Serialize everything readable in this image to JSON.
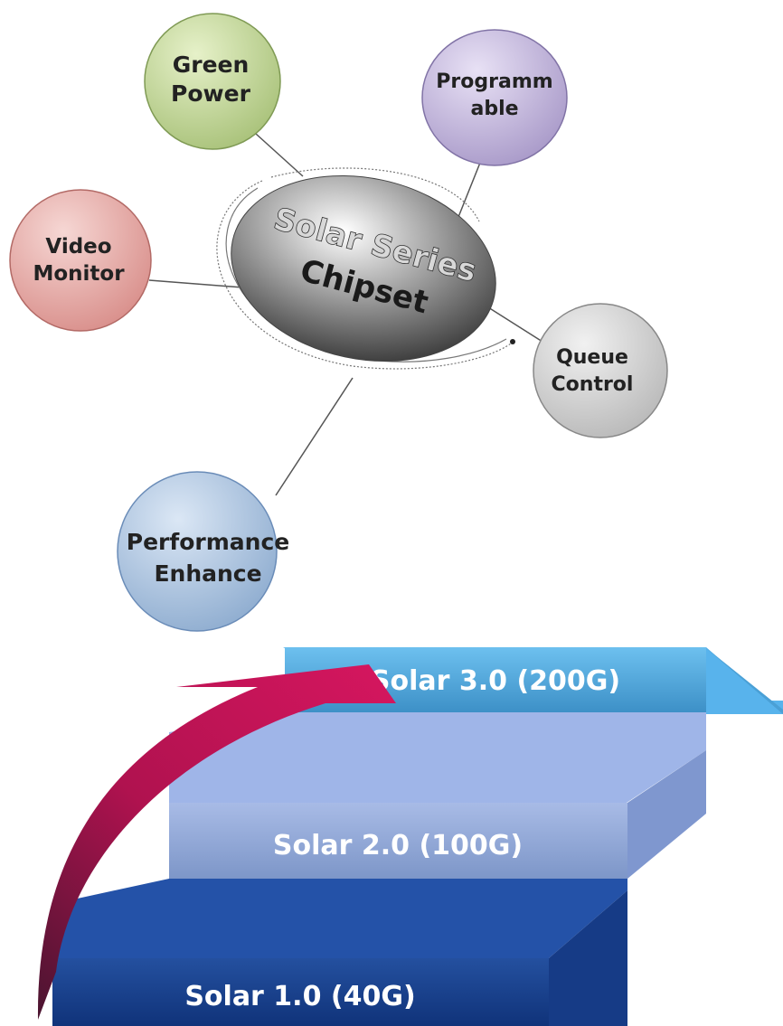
{
  "mindmap": {
    "center": {
      "line1": "Solar Series",
      "line2": "Chipset"
    },
    "nodes": [
      {
        "id": "green-power",
        "lines": [
          "Green",
          "Power"
        ],
        "color": "#a9c27a",
        "highlight": "#e6f1c9"
      },
      {
        "id": "programmable",
        "lines": [
          "Programm",
          "able"
        ],
        "color": "#a99ac9",
        "highlight": "#e8e1f5"
      },
      {
        "id": "video-monitor",
        "lines": [
          "Video",
          "Monitor"
        ],
        "color": "#d98f8b",
        "highlight": "#f6d7d4"
      },
      {
        "id": "queue-control",
        "lines": [
          "Queue",
          "Control"
        ],
        "color": "#b9b9b9",
        "highlight": "#f1f1f1"
      },
      {
        "id": "performance-enhance",
        "lines": [
          "Performance",
          "Enhance"
        ],
        "color": "#8fadd0",
        "highlight": "#dbe7f5"
      }
    ]
  },
  "steps": [
    {
      "label": "Solar 1.0 (40G)",
      "front": "#173d8c",
      "top": "#2a58b5"
    },
    {
      "label": "Solar 2.0 (100G)",
      "front": "#8aa4da",
      "top": "#9cb7ec"
    },
    {
      "label": "Solar 3.0 (200G)",
      "front": "#49a3dc",
      "top": "#5eb8f0"
    }
  ],
  "arrow_color": "#c8175f"
}
